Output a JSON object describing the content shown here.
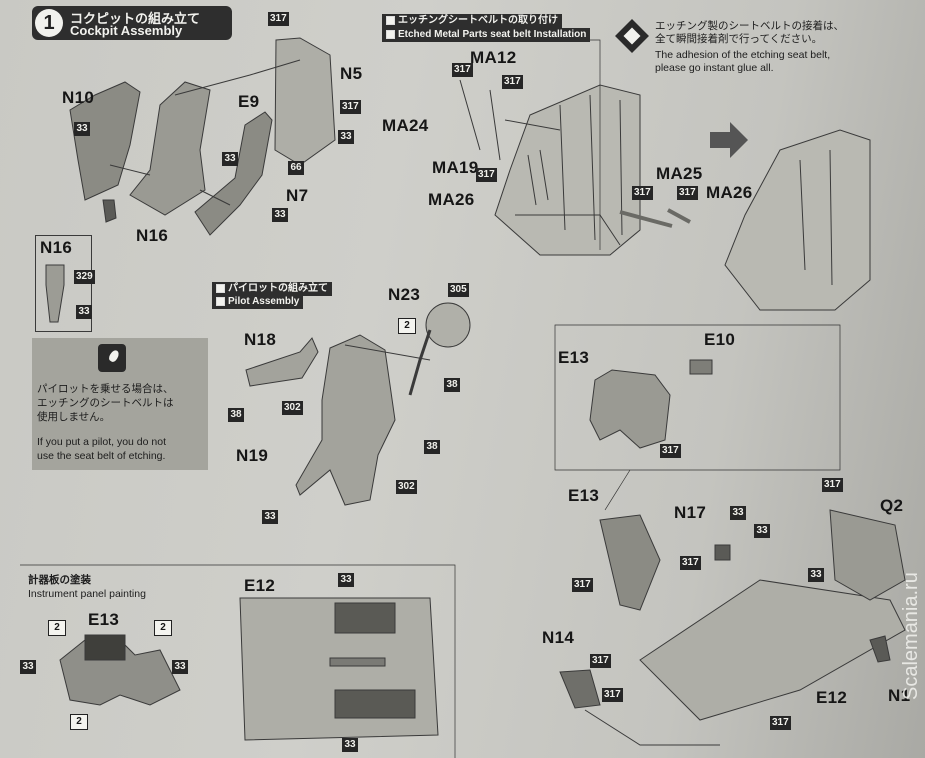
{
  "step1": {
    "number": "1",
    "title_jp": "コクピットの組み立て",
    "title_en": "Cockpit Assembly"
  },
  "seatbelt": {
    "heading_jp": "エッチングシートベルトの取り付け",
    "heading_en": "Etched Metal Parts seat belt Installation",
    "caution_jp_1": "エッチング製のシートベルトの接着は、",
    "caution_jp_2": "全て瞬間接着剤で行ってください。",
    "caution_en_1": "The adhesion of the etching seat belt,",
    "caution_en_2": "please go instant glue all."
  },
  "pilot": {
    "heading_jp": "パイロットの組み立て",
    "heading_en": "Pilot Assembly",
    "note_jp_1": "パイロットを乗せる場合は、",
    "note_jp_2": "エッチングのシートベルトは",
    "note_jp_3": "使用しません。",
    "note_en_1": "If you put a pilot, you do not",
    "note_en_2": "use the seat belt of etching."
  },
  "instrument": {
    "heading_jp": "計器板の塗装",
    "heading_en": "Instrument panel painting"
  },
  "parts": {
    "N10": "N10",
    "E9": "E9",
    "N5": "N5",
    "N7": "N7",
    "N16": "N16",
    "MA12": "MA12",
    "MA24": "MA24",
    "MA19": "MA19",
    "MA26": "MA26",
    "MA25": "MA25",
    "N18": "N18",
    "N23": "N23",
    "N19": "N19",
    "E13": "E13",
    "E10": "E10",
    "N17": "N17",
    "Q2": "Q2",
    "N14": "N14",
    "E12": "E12",
    "N1": "N1"
  },
  "colors": {
    "c33": "33",
    "c317": "317",
    "c66": "66",
    "c329": "329",
    "c302": "302",
    "c305": "305",
    "c2": "2",
    "c38": "38"
  },
  "watermark": "Scalemania.ru"
}
